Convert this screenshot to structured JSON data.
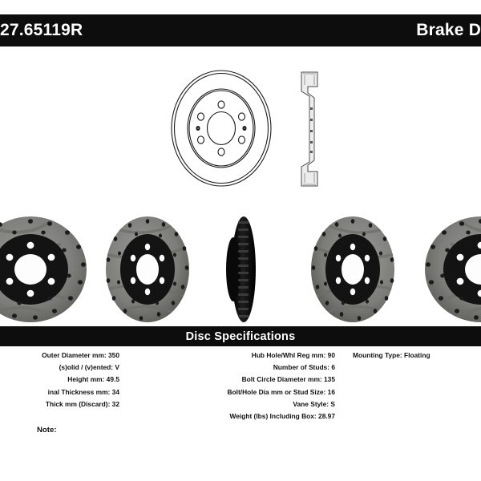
{
  "header": {
    "part_number": "27.65119R",
    "title": "Brake Dis",
    "bg_color": "#0d0d0d",
    "text_color": "#ffffff"
  },
  "drawing": {
    "face_view_name": "rotor-face-line-drawing",
    "side_view_name": "rotor-side-profile-line-drawing",
    "stud_holes": 6,
    "pilot_holes": 2
  },
  "photos": [
    {
      "name": "rotor-photo-front-left-cropped",
      "view": "face"
    },
    {
      "name": "rotor-photo-angled-left",
      "view": "three-quarter"
    },
    {
      "name": "rotor-photo-edge-on",
      "view": "edge"
    },
    {
      "name": "rotor-photo-angled-right",
      "view": "three-quarter-mirrored"
    },
    {
      "name": "rotor-photo-front-right-cropped",
      "view": "face-mirrored"
    }
  ],
  "specs_header": {
    "label": "Disc Specifications"
  },
  "specs": {
    "left_column": [
      "Outer Diameter mm: 350",
      "(s)olid / (v)ented: V",
      "Height mm: 49.5",
      "inal Thickness mm: 34",
      "Thick mm (Discard): 32"
    ],
    "middle_column": [
      "Hub Hole/Whl Reg mm: 90",
      "Number of Studs: 6",
      "Bolt Circle Diameter mm: 135",
      "Bolt/Hole Dia mm or Stud Size: 16",
      "Vane Style: S",
      "Weight (lbs) Including Box: 28.97"
    ],
    "right_column": [
      "Mounting Type: Floating"
    ]
  },
  "note": {
    "label": "Note:",
    "value": ""
  }
}
